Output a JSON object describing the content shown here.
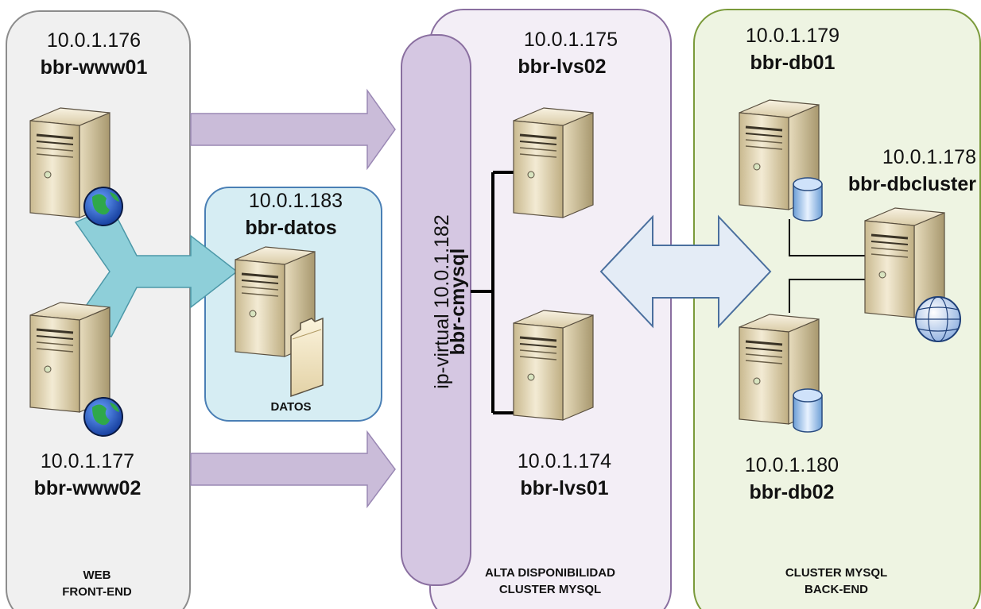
{
  "colors": {
    "web_panel_fill": "#f0f0f0",
    "web_panel_stroke": "#8c8c8c",
    "ha_panel_fill": "#f3eef6",
    "ha_panel_stroke": "#8a6fa0",
    "db_panel_fill": "#eef4e2",
    "db_panel_stroke": "#7a9a3a",
    "datos_panel_fill": "#d6edf3",
    "datos_panel_stroke": "#4a7fb5",
    "purple_arrow": "#cabcd9",
    "teal_arrow": "#8ecfd9",
    "blue_double_arrow": "#e4ecf6"
  },
  "panels": {
    "web": {
      "caption_line1": "WEB",
      "caption_line2": "FRONT-END"
    },
    "ha": {
      "caption_line1": "ALTA DISPONIBILIDAD",
      "caption_line2": "CLUSTER MYSQL"
    },
    "db": {
      "caption_line1": "CLUSTER MYSQL",
      "caption_line2": "BACK-END"
    },
    "datos": {
      "caption": "DATOS"
    }
  },
  "nodes": {
    "www01": {
      "ip": "10.0.1.176",
      "name": "bbr-www01",
      "icon": "server-globe-icon"
    },
    "www02": {
      "ip": "10.0.1.177",
      "name": "bbr-www02",
      "icon": "server-globe-icon"
    },
    "datos": {
      "ip": "10.0.1.183",
      "name": "bbr-datos",
      "icon": "server-folder-icon"
    },
    "lvs02": {
      "ip": "10.0.1.175",
      "name": "bbr-lvs02",
      "icon": "server-icon"
    },
    "lvs01": {
      "ip": "10.0.1.174",
      "name": "bbr-lvs01",
      "icon": "server-icon"
    },
    "db01": {
      "ip": "10.0.1.179",
      "name": "bbr-db01",
      "icon": "server-database-icon"
    },
    "db02": {
      "ip": "10.0.1.180",
      "name": "bbr-db02",
      "icon": "server-database-icon"
    },
    "dbcluster": {
      "ip": "10.0.1.178",
      "name": "bbr-dbcluster",
      "icon": "server-network-globe-icon"
    }
  },
  "virtual_ip": {
    "label": "ip-virtual 10.0.1.182",
    "name": "bbr-cmysql"
  }
}
